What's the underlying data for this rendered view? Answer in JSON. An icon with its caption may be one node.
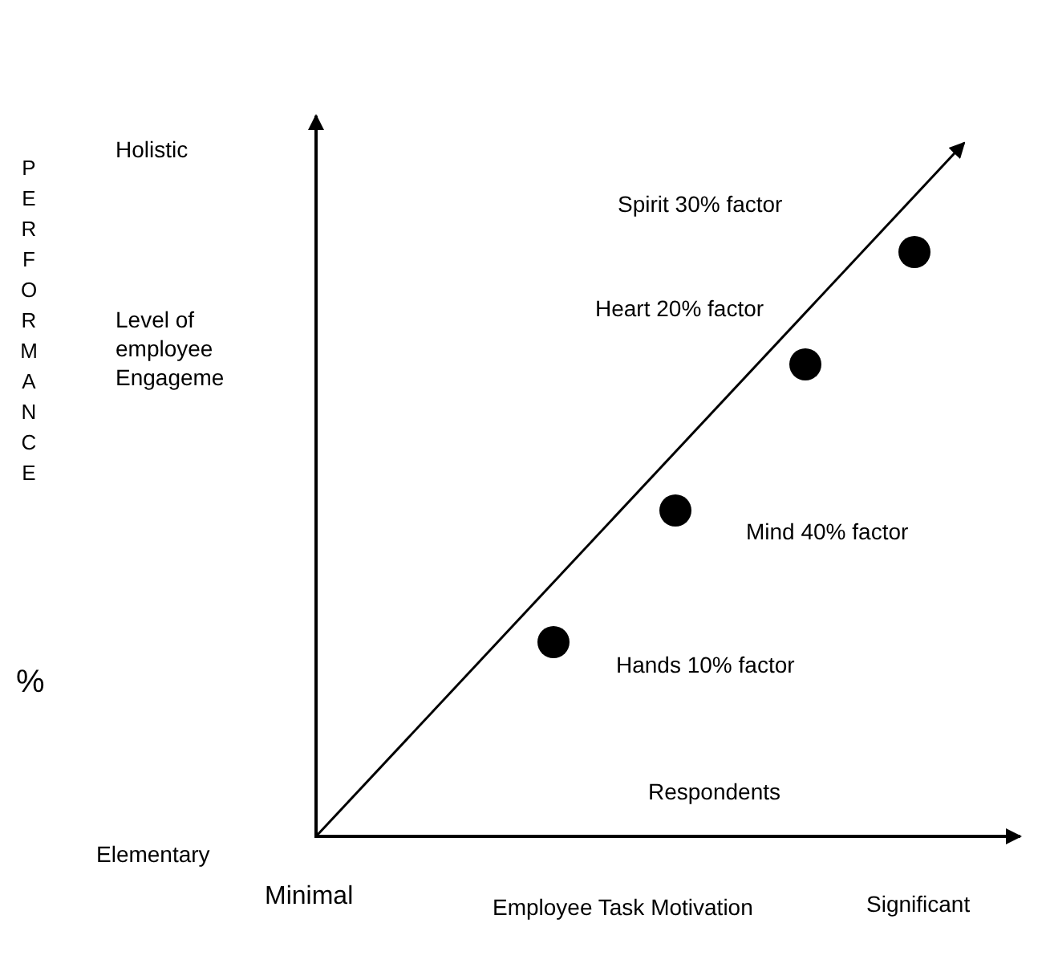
{
  "diagram": {
    "nodes": [
      {
        "text": [],
        "shape": "circle"
      },
      {
        "text": [],
        "shape": "circle"
      },
      {
        "text": [],
        "shape": "circle"
      },
      {
        "text": [],
        "shape": "circle"
      }
    ],
    "labels": [
      "Holistic",
      "PERFORMANCE",
      "Spirit 30% factor",
      "Heart 20% factor",
      "Level of employee Engageme",
      "Mind 40% factor",
      "Hands 10% factor",
      "%",
      "Respondents",
      "Elementary",
      "Minimal",
      "Employee Task Motivation",
      "Significant"
    ]
  }
}
